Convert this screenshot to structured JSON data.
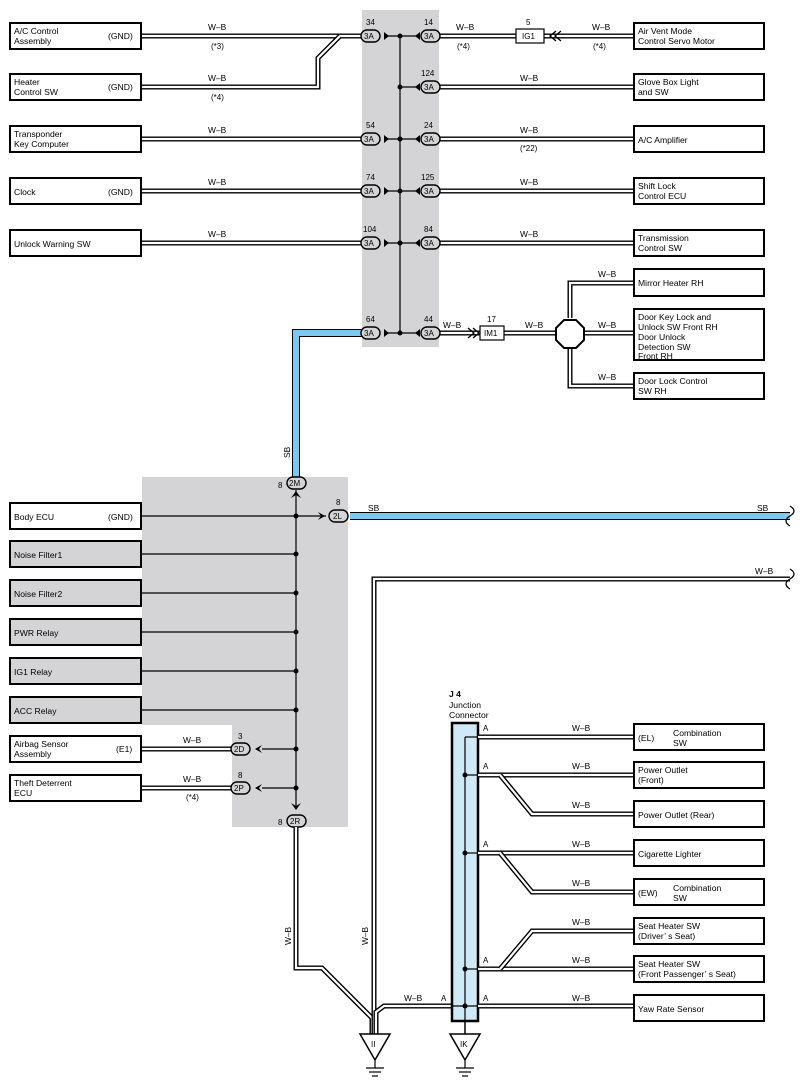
{
  "wire_labels": {
    "w_b": "W–B",
    "sb": "SB"
  },
  "left_top": [
    {
      "line1": "A/C Control",
      "line2": "Assembly",
      "gnd": "(GND)",
      "pin": "34",
      "conn": "3A",
      "note": "(*3)"
    },
    {
      "line1": "Heater",
      "line2": "Control SW",
      "gnd": "(GND)",
      "note": "(*4)"
    },
    {
      "line1": "Transponder",
      "line2": "Key Computer",
      "gnd": "",
      "pin": "54",
      "conn": "3A",
      "note": ""
    },
    {
      "line1": "Clock",
      "line2": "",
      "gnd": "(GND)",
      "pin": "74",
      "conn": "3A",
      "note": ""
    },
    {
      "line1": "Unlock Warning SW",
      "line2": "",
      "gnd": "",
      "pin": "104",
      "conn": "3A",
      "note": ""
    }
  ],
  "right_top": [
    {
      "line1": "Air Vent Mode",
      "line2": "Control Servo Motor",
      "pin": "14",
      "conn": "3A",
      "note_left": "(*4)",
      "note_right": "(*4)",
      "inline_pin": "5",
      "inline_conn": "IG1"
    },
    {
      "line1": "Glove Box Light",
      "line2": "and SW",
      "pin": "124",
      "conn": "3A",
      "note": ""
    },
    {
      "line1": "A/C Amplifier",
      "line2": "",
      "pin": "24",
      "conn": "3A",
      "note": "(*22)"
    },
    {
      "line1": "Shift Lock",
      "line2": "Control ECU",
      "pin": "125",
      "conn": "3A",
      "note": ""
    },
    {
      "line1": "Transmission",
      "line2": "Control SW",
      "pin": "84",
      "conn": "3A",
      "note": ""
    }
  ],
  "bottom_junction": {
    "left_pin": "64",
    "left_conn": "3A",
    "right_pin": "44",
    "right_conn": "3A",
    "inline_pin": "17",
    "inline_conn": "IM1"
  },
  "door_branch": [
    {
      "lines": [
        "Mirror Heater RH"
      ]
    },
    {
      "lines": [
        "Door Key Lock and",
        "Unlock SW Front RH",
        "Door Unlock",
        "Detection SW",
        "Front RH"
      ]
    },
    {
      "lines": [
        "Door Lock Control",
        "SW RH"
      ]
    }
  ],
  "lower_block": {
    "top_pin": "8",
    "top_conn": "2M",
    "right_pin": "8",
    "right_conn": "2L",
    "bottom_pin": "8",
    "bottom_conn": "2R"
  },
  "left_lower": [
    {
      "line1": "Body ECU",
      "line2": "",
      "gnd": "(GND)",
      "shaded": false
    },
    {
      "line1": "Noise Filter1",
      "line2": "",
      "gnd": "",
      "shaded": true
    },
    {
      "line1": "Noise Filter2",
      "line2": "",
      "gnd": "",
      "shaded": true
    },
    {
      "line1": "PWR Relay",
      "line2": "",
      "gnd": "",
      "shaded": true
    },
    {
      "line1": "IG1 Relay",
      "line2": "",
      "gnd": "",
      "shaded": true
    },
    {
      "line1": "ACC Relay",
      "line2": "",
      "gnd": "",
      "shaded": true
    },
    {
      "line1": "Airbag Sensor",
      "line2": "Assembly",
      "gnd": "(E1)",
      "shaded": false,
      "pin": "3",
      "conn": "2D",
      "note": ""
    },
    {
      "line1": "Theft Deterrent",
      "line2": "ECU",
      "gnd": "",
      "shaded": false,
      "pin": "8",
      "conn": "2P",
      "note": "(*4)"
    }
  ],
  "junction_connector": {
    "id": "J 4",
    "line1": "Junction",
    "line2": "Connector",
    "pin_label": "A"
  },
  "right_lower": [
    {
      "line1": "(EL)",
      "line2": "",
      "extra1": "Combination",
      "extra2": "SW"
    },
    {
      "line1": "Power Outlet",
      "line2": "(Front)"
    },
    {
      "line1": "Power Outlet (Rear)",
      "line2": ""
    },
    {
      "line1": "Cigarette Lighter",
      "line2": ""
    },
    {
      "line1": "(EW)",
      "line2": "",
      "extra1": "Combination",
      "extra2": "SW"
    },
    {
      "line1": "Seat Heater SW",
      "line2": "(Driver’ s Seat)"
    },
    {
      "line1": "Seat Heater SW",
      "line2": "(Front Passenger’ s Seat)"
    },
    {
      "line1": "Yaw Rate Sensor",
      "line2": ""
    }
  ],
  "grounds": [
    {
      "id": "II"
    },
    {
      "id": "IK"
    }
  ],
  "colors": {
    "sb_wire": "#7dc8ee",
    "block_fill": "#d4d4d6",
    "junction_fill": "#cfe9f7"
  }
}
